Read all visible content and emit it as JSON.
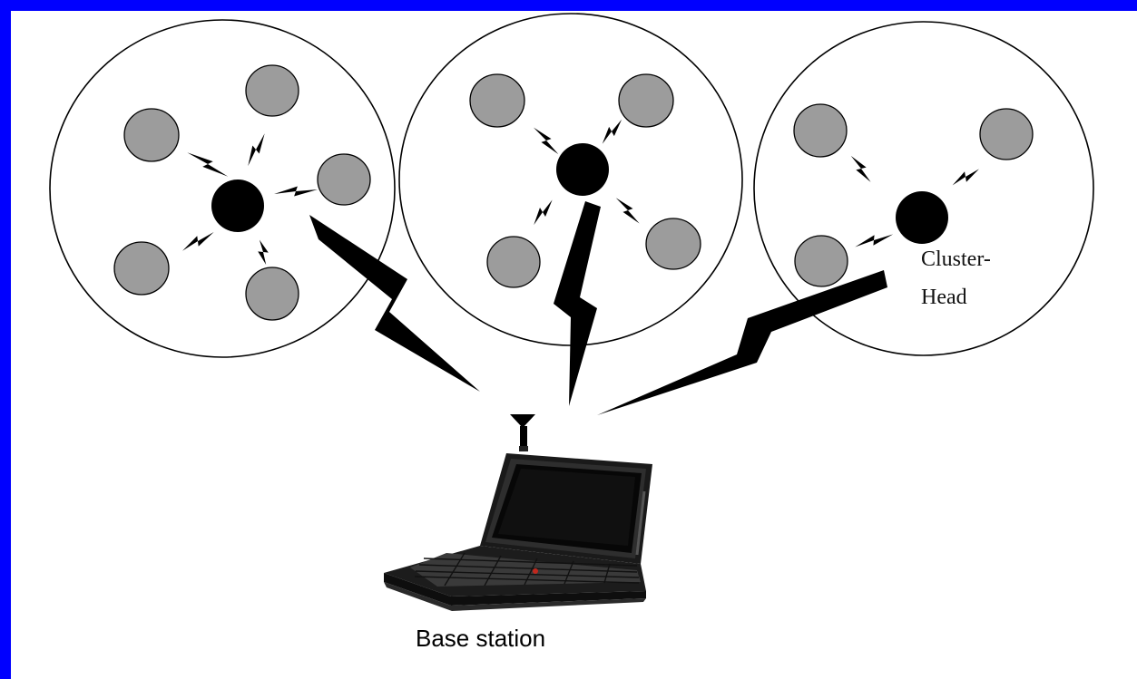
{
  "labels": {
    "cluster_head_line1": "Cluster-",
    "cluster_head_line2": "Head",
    "base_station": "Base station"
  },
  "clusters": [
    {
      "name": "cluster-left",
      "member_count": 5
    },
    {
      "name": "cluster-middle",
      "member_count": 4
    },
    {
      "name": "cluster-right",
      "member_count": 3
    }
  ],
  "colors": {
    "frame_border": "#0000ff",
    "background": "#ffffff",
    "sensor_node_fill": "#9c9c9c",
    "cluster_head_fill": "#000000",
    "link_bolt": "#000000"
  },
  "icons": [
    "sensor-node",
    "cluster-head-node",
    "wireless-link-bolt",
    "antenna-icon",
    "laptop-icon"
  ]
}
